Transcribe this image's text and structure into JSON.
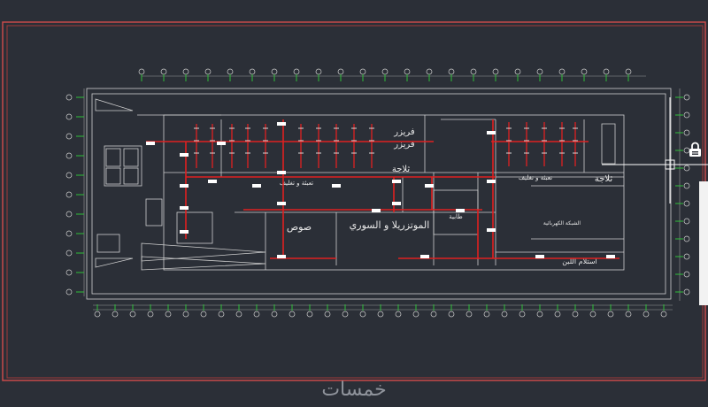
{
  "colors": {
    "background": "#2b2f37",
    "border_outer": "#c84a4a",
    "border_inner": "#a23a3a",
    "walls": "#cfcfcf",
    "pipes": "#e02020",
    "grid_markers": "#2fbf3a",
    "text": "#eaeaea",
    "watermark": "#8f939b"
  },
  "room_labels": {
    "label_1": "فريزر",
    "label_2": "فريزر",
    "label_3": "ثلاجة",
    "label_4": "تعبئة و تغليف",
    "label_5": "تعبئة و تغليف",
    "label_6": "ثلاجة",
    "label_7": "صوص",
    "label_8": "الموتزريلا و السوري",
    "label_9": "طابية",
    "label_10": "الشبكة الكهربائية",
    "label_11": "استلام اللبن"
  },
  "icons": {
    "lock": "lock-icon",
    "crosshair": "crosshair-cursor-icon"
  },
  "watermark": {
    "text": "خمسات"
  }
}
